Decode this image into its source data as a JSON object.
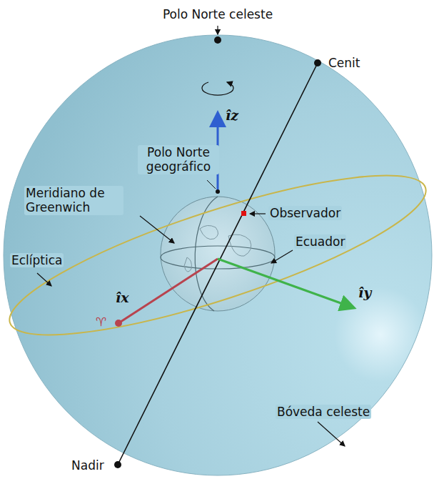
{
  "diagram": {
    "labels": [
      "Polo Norte celeste",
      "Cenit",
      "îz",
      "Polo Norte geográfico",
      "Meridiano de Greenwich",
      "Observador",
      "Ecuador",
      "Eclíptica",
      "îx",
      "♈",
      "îy",
      "Bóveda celeste",
      "Nadir"
    ]
  }
}
